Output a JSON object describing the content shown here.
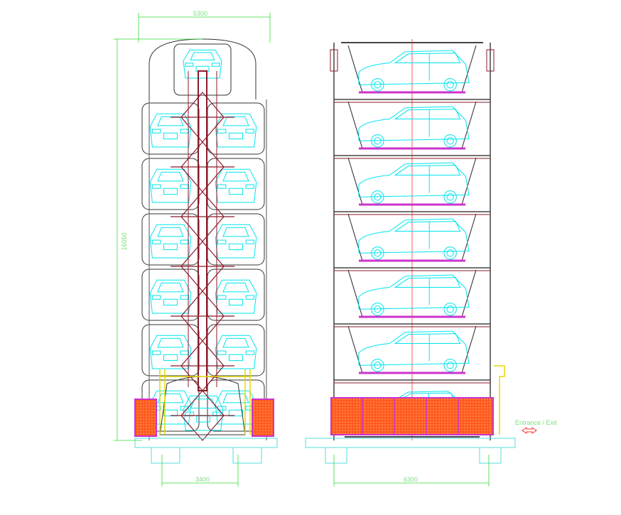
{
  "drawing": {
    "front_view": {
      "width_dimension": "5300",
      "height_dimension": "16050",
      "base_dimension": "3400",
      "pod_rows": 5
    },
    "side_view": {
      "base_dimension": "6300",
      "levels": 6,
      "entrance_label": "Entrance / Exit"
    },
    "colors": {
      "car": "#00e5ee",
      "frame": "#8b1a2a",
      "dimension": "#33dd33",
      "fence": "#ff5a1f",
      "base": "#55dddd",
      "guide": "#e6d800",
      "accent": "#cc33cc"
    }
  }
}
